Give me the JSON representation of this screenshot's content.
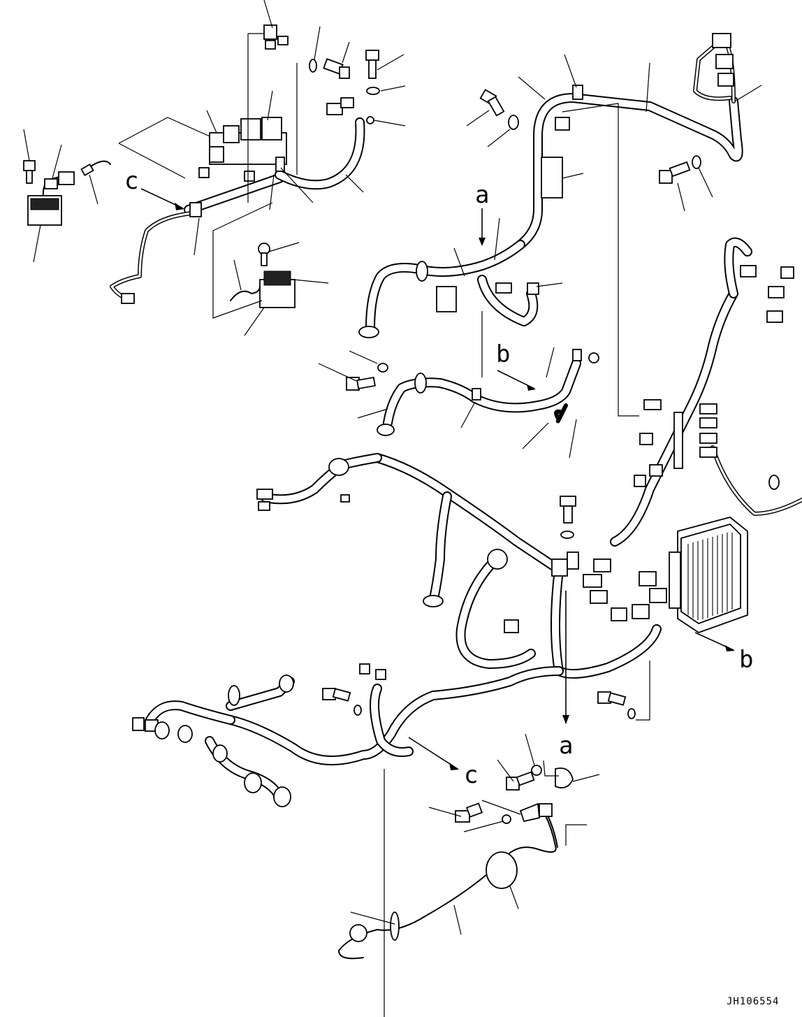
{
  "callouts": {
    "a_top": "a",
    "b_top": "b",
    "c_left": "c",
    "b_right": "b",
    "a_bottom": "a",
    "c_bottom": "c"
  },
  "drawing_number": "JH106554",
  "icons": [
    "harness-bundle",
    "connector",
    "relay",
    "bolt",
    "washer",
    "grommet",
    "controller-unit",
    "clamp"
  ]
}
